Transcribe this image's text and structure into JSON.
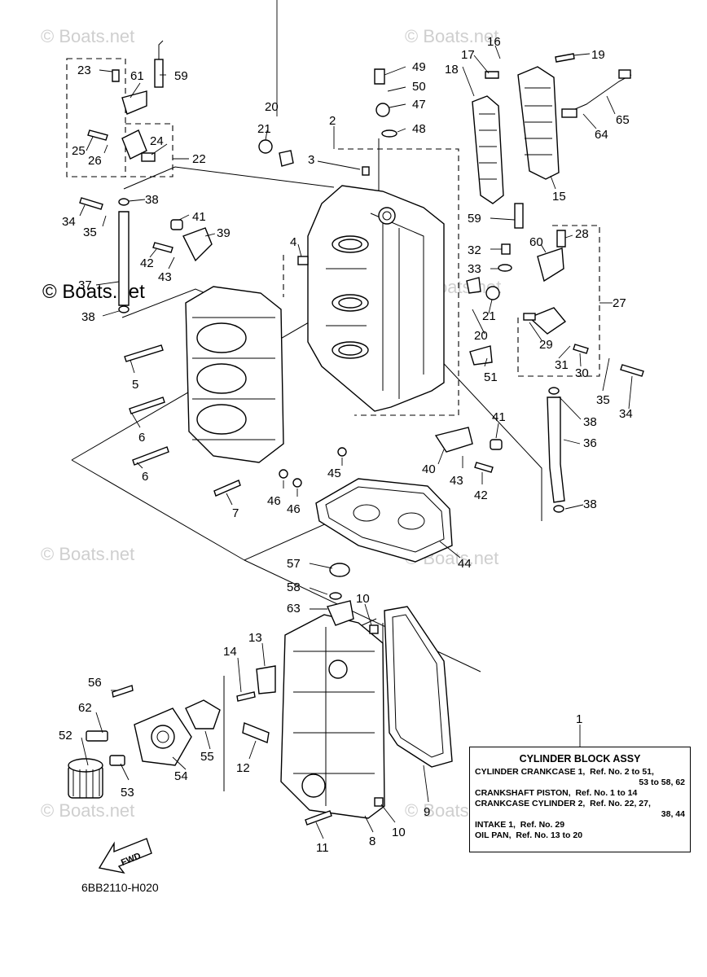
{
  "watermarks": [
    "© Boats.net",
    "© Boats.net",
    "© Boats.net",
    "© Boats.net",
    "© Boats.net",
    "© Boats.net",
    "© Boats.net"
  ],
  "watermark_dark": "© Boats.net",
  "callouts": [
    "1",
    "2",
    "3",
    "4",
    "5",
    "6",
    "6",
    "7",
    "8",
    "9",
    "10",
    "10",
    "11",
    "12",
    "13",
    "14",
    "15",
    "16",
    "17",
    "18",
    "19",
    "20",
    "20",
    "21",
    "21",
    "22",
    "23",
    "24",
    "25",
    "26",
    "27",
    "28",
    "29",
    "30",
    "31",
    "32",
    "33",
    "34",
    "34",
    "35",
    "35",
    "36",
    "37",
    "38",
    "38",
    "38",
    "38",
    "39",
    "40",
    "41",
    "41",
    "42",
    "42",
    "43",
    "43",
    "44",
    "45",
    "46",
    "46",
    "47",
    "48",
    "49",
    "50",
    "51",
    "52",
    "53",
    "54",
    "55",
    "56",
    "57",
    "58",
    "59",
    "59",
    "60",
    "61",
    "62",
    "63",
    "64",
    "65"
  ],
  "fwd_label": "FWD",
  "diagram_code": "6BB2110-H020",
  "legend": {
    "title": "CYLINDER BLOCK ASSY",
    "line1": "CYLINDER CRANKCASE 1,  Ref. No. 2 to 51,",
    "line1b": "53 to 58, 62",
    "line2": "CRANKSHAFT PISTON,  Ref. No. 1 to 14",
    "line3": "CRANKCASE CYLINDER 2,  Ref. No. 22, 27,",
    "line3b": "38, 44",
    "line4": "INTAKE 1,  Ref. No. 29",
    "line5": "OIL PAN,  Ref. No. 13 to 20"
  }
}
